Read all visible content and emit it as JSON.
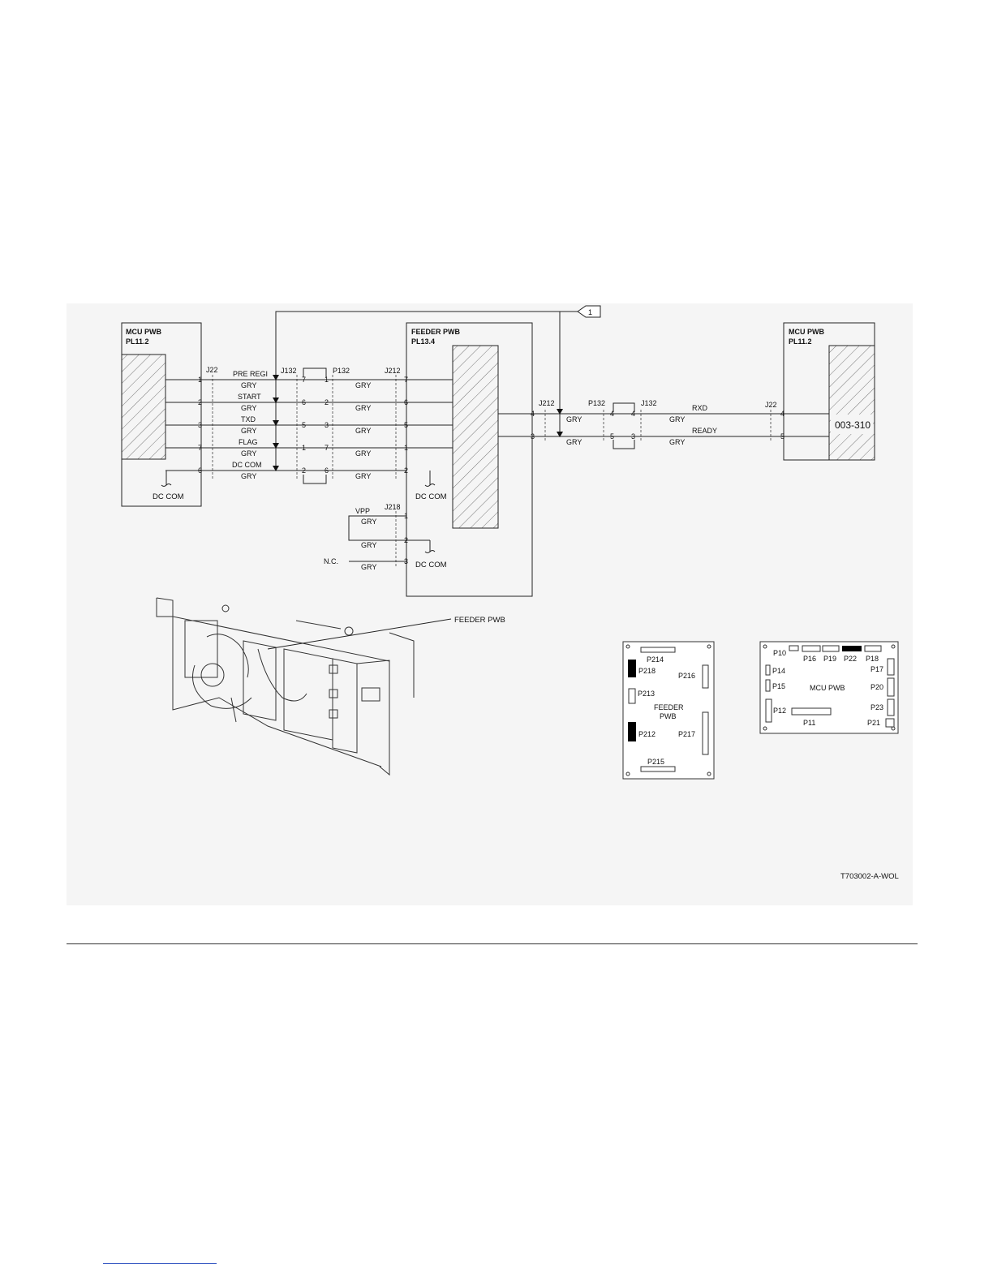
{
  "mcu_left": {
    "title": "MCU PWB",
    "ref": "PL11.2",
    "connector": "J22",
    "ground": "DC COM"
  },
  "feeder": {
    "title": "FEEDER PWB",
    "ref": "PL13.4"
  },
  "mcu_right": {
    "title": "MCU PWB",
    "ref": "PL11.2",
    "connector": "J22",
    "code": "003-310"
  },
  "left_connectors": {
    "j132": "J132",
    "p132": "P132",
    "j212": "J212"
  },
  "left_wires": [
    {
      "signal": "PRE REGI",
      "color": "GRY",
      "j22": "1",
      "j132": "7",
      "p132": "1",
      "j212": "7"
    },
    {
      "signal": "START",
      "color": "GRY",
      "j22": "2",
      "j132": "6",
      "p132": "2",
      "j212": "6"
    },
    {
      "signal": "TXD",
      "color": "GRY",
      "j22": "3",
      "j132": "5",
      "p132": "3",
      "j212": "5"
    },
    {
      "signal": "FLAG",
      "color": "GRY",
      "j22": "7",
      "j132": "1",
      "p132": "7",
      "j212": "1"
    },
    {
      "signal": "DC COM",
      "color": "GRY",
      "j22": "6",
      "j132": "2",
      "p132": "6",
      "j212": "2"
    }
  ],
  "feeder_ground": "DC COM",
  "j218": {
    "connector": "J218",
    "signal": "VPP",
    "nc": "N.C.",
    "ground": "DC COM",
    "pins": [
      {
        "pin": "1",
        "color": "GRY"
      },
      {
        "pin": "2",
        "color": "GRY"
      },
      {
        "pin": "3",
        "color": "GRY"
      }
    ]
  },
  "right_connectors": {
    "j212": "J212",
    "p132": "P132",
    "j132": "J132",
    "j22": "J22"
  },
  "right_wires": [
    {
      "signal": "RXD",
      "j212": "4",
      "p132": "4",
      "j132": "4",
      "j22": "4",
      "color_a": "GRY",
      "color_b": "GRY"
    },
    {
      "signal": "READY",
      "j212": "3",
      "p132": "5",
      "j132": "3",
      "j22": "5",
      "color_a": "GRY",
      "color_b": "GRY"
    }
  ],
  "flag_ref": "1",
  "callout": "FEEDER PWB",
  "feeder_board": {
    "label_line1": "FEEDER",
    "label_line2": "PWB",
    "p214": "P214",
    "p218": "P218",
    "p216": "P216",
    "p213": "P213",
    "p212": "P212",
    "p217": "P217",
    "p215": "P215"
  },
  "mcu_board": {
    "label": "MCU PWB",
    "p10": "P10",
    "p16": "P16",
    "p19": "P19",
    "p22": "P22",
    "p18": "P18",
    "p14": "P14",
    "p17": "P17",
    "p15": "P15",
    "p20": "P20",
    "p12": "P12",
    "p23": "P23",
    "p11": "P11",
    "p21": "P21"
  },
  "figure_id": "T703002-A-WOL",
  "colors": {
    "panel": "#f5f5f5",
    "line": "#222222",
    "highlight": "#000000"
  }
}
